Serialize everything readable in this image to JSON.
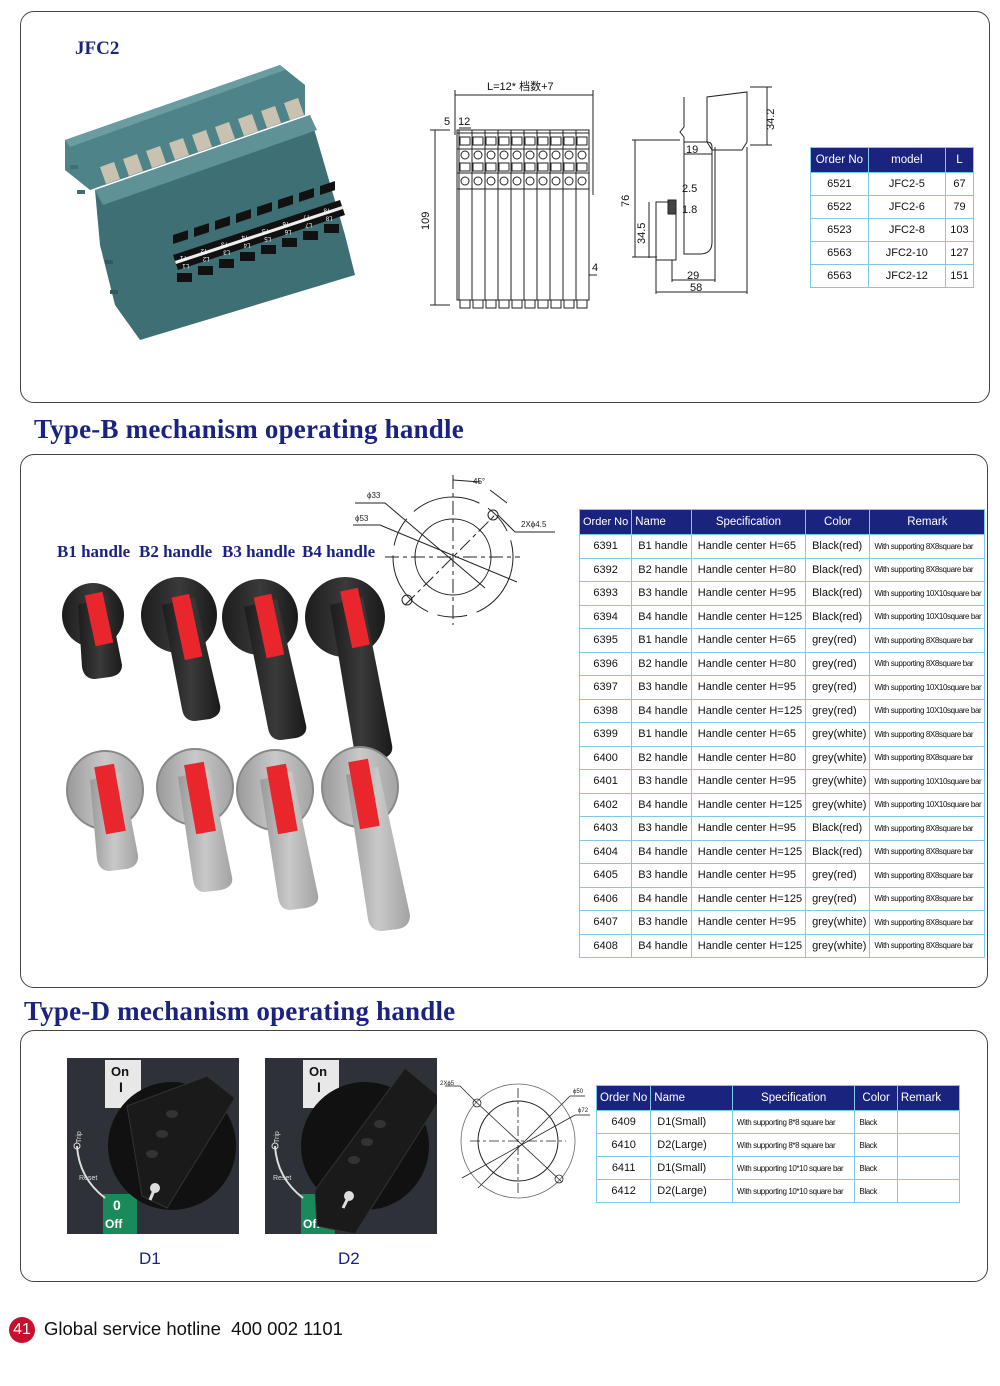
{
  "jfc2": {
    "label": "JFC2",
    "terminal_labels_top": [
      "T1",
      "T2",
      "T3",
      "T4",
      "T5",
      "T6",
      "T7",
      "T8"
    ],
    "terminal_labels_bottom": [
      "L1",
      "L2",
      "L3",
      "L4",
      "L5",
      "L6",
      "L7",
      "L8"
    ],
    "drawing_front": {
      "formula": "L=12* 档数+7",
      "dim_5": "5",
      "dim_12": "12",
      "dim_109": "109",
      "dim_4": "4"
    },
    "drawing_side": {
      "dim_34_2": "34.2",
      "dim_19": "19",
      "dim_76": "76",
      "dim_2_5": "2.5",
      "dim_1_8": "1.8",
      "dim_34_5": "34.5",
      "dim_29": "29",
      "dim_58": "58"
    },
    "table": {
      "headers": [
        "Order No",
        "model",
        "L"
      ],
      "rows": [
        [
          "6521",
          "JFC2-5",
          "67"
        ],
        [
          "6522",
          "JFC2-6",
          "79"
        ],
        [
          "6523",
          "JFC2-8",
          "103"
        ],
        [
          "6563",
          "JFC2-10",
          "127"
        ],
        [
          "6563",
          "JFC2-12",
          "151"
        ]
      ]
    }
  },
  "type_b": {
    "title": "Type-B mechanism operating handle",
    "handle_labels": [
      "B1 handle",
      "B2 handle",
      "B3 handle",
      "B4 handle"
    ],
    "drawing": {
      "angle": "45°",
      "d33": "ϕ33",
      "d53": "ϕ53",
      "holes": "2Xϕ4.5"
    },
    "table": {
      "headers": [
        "Order No",
        "Name",
        "Specification",
        "Color",
        "Remark"
      ],
      "rows": [
        [
          "6391",
          "B1 handle",
          "Handle center H=65",
          "Black(red)",
          "With supporting 8X8square bar"
        ],
        [
          "6392",
          "B2 handle",
          "Handle center H=80",
          "Black(red)",
          "With supporting 8X8square bar"
        ],
        [
          "6393",
          "B3 handle",
          "Handle center H=95",
          "Black(red)",
          "With supporting 10X10square bar"
        ],
        [
          "6394",
          "B4 handle",
          "Handle center H=125",
          "Black(red)",
          "With supporting 10X10square bar"
        ],
        [
          "6395",
          "B1 handle",
          "Handle center H=65",
          "grey(red)",
          "With supporting 8X8square bar"
        ],
        [
          "6396",
          "B2 handle",
          "Handle center H=80",
          "grey(red)",
          "With supporting 8X8square bar"
        ],
        [
          "6397",
          "B3 handle",
          "Handle center H=95",
          "grey(red)",
          "With supporting 10X10square bar"
        ],
        [
          "6398",
          "B4 handle",
          "Handle center H=125",
          "grey(red)",
          "With supporting 10X10square bar"
        ],
        [
          "6399",
          "B1 handle",
          "Handle center H=65",
          "grey(white)",
          "With supporting 8X8square bar"
        ],
        [
          "6400",
          "B2 handle",
          "Handle center H=80",
          "grey(white)",
          "With supporting 8X8square bar"
        ],
        [
          "6401",
          "B3 handle",
          "Handle center H=95",
          "grey(white)",
          "With supporting 10X10square bar"
        ],
        [
          "6402",
          "B4 handle",
          "Handle center H=125",
          "grey(white)",
          "With supporting 10X10square bar"
        ],
        [
          "6403",
          "B3 handle",
          "Handle center H=95",
          "Black(red)",
          "With supporting 8X8square bar"
        ],
        [
          "6404",
          "B4 handle",
          "Handle center H=125",
          "Black(red)",
          "With supporting 8X8square bar"
        ],
        [
          "6405",
          "B3 handle",
          "Handle center H=95",
          "grey(red)",
          "With supporting 8X8square bar"
        ],
        [
          "6406",
          "B4 handle",
          "Handle center H=125",
          "grey(red)",
          "With supporting 8X8square bar"
        ],
        [
          "6407",
          "B3 handle",
          "Handle center H=95",
          "grey(white)",
          "With supporting 8X8square bar"
        ],
        [
          "6408",
          "B4 handle",
          "Handle center H=125",
          "grey(white)",
          "With supporting 8X8square bar"
        ]
      ]
    }
  },
  "type_d": {
    "title": "Type-D mechanism operating handle",
    "panel_text": {
      "on": "On",
      "on_symbol": "I",
      "off_symbol": "0",
      "off": "Off",
      "trip": "Trip",
      "reset": "Reset"
    },
    "captions": [
      "D1",
      "D2"
    ],
    "drawing": {
      "holes": "2Xϕ5",
      "d50": "ϕ50",
      "d72": "ϕ72"
    },
    "table": {
      "headers": [
        "Order No",
        "Name",
        "Specification",
        "Color",
        "Remark"
      ],
      "rows": [
        [
          "6409",
          "D1(Small)",
          "With supporting 8*8 square bar",
          "Black",
          ""
        ],
        [
          "6410",
          "D2(Large)",
          "With supporting 8*8 square bar",
          "Black",
          ""
        ],
        [
          "6411",
          "D1(Small)",
          "With supporting 10*10 square bar",
          "Black",
          ""
        ],
        [
          "6412",
          "D2(Large)",
          "With supporting 10*10 square bar",
          "Black",
          ""
        ]
      ]
    }
  },
  "footer": {
    "page_number": "41",
    "hotline_label": "Global service hotline",
    "hotline_number": "400 002 1101"
  },
  "colors": {
    "title_blue": "#1a2380",
    "table_header": "#1a237e",
    "table_border": "#7ec8e8",
    "page_badge": "#c8102e",
    "terminal_teal": "#3d6f74",
    "handle_red": "#e8262b"
  }
}
